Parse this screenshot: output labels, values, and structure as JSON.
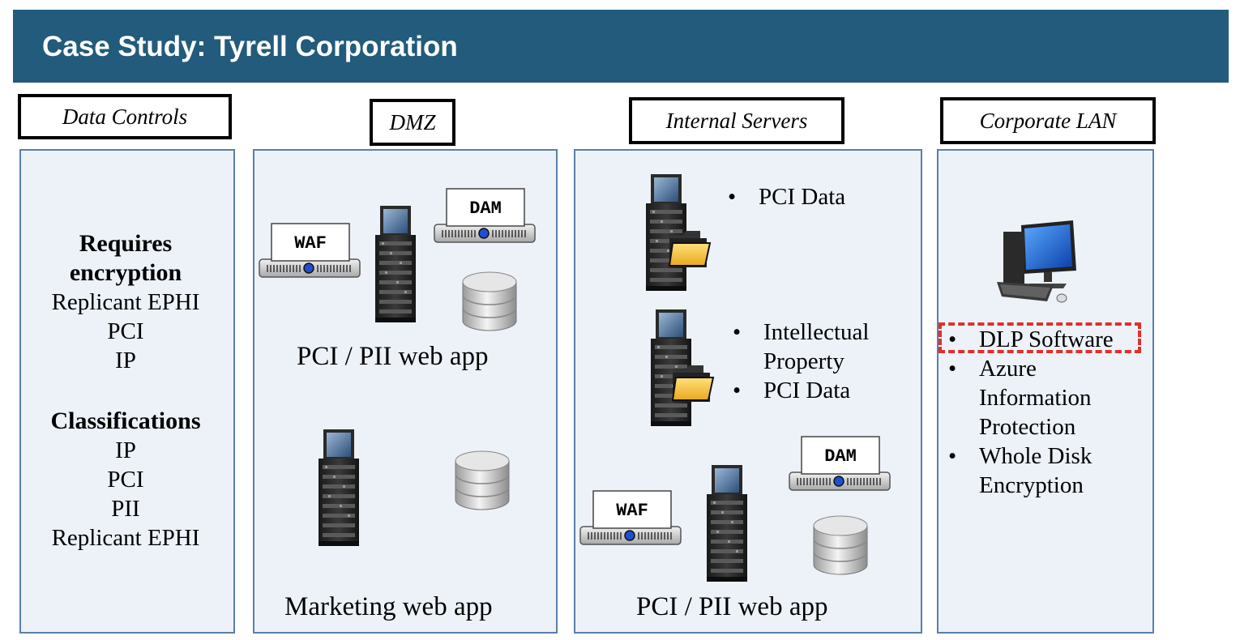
{
  "header": {
    "title": "Case Study: Tyrell Corporation"
  },
  "columns": {
    "data_controls": {
      "tag": "Data Controls",
      "requires_heading": "Requires encryption",
      "requires_items": [
        "Replicant EPHI",
        "PCI",
        "IP"
      ],
      "class_heading": "Classifications",
      "class_items": [
        "IP",
        "PCI",
        "PII",
        "Replicant EPHI"
      ]
    },
    "dmz": {
      "tag": "DMZ",
      "app1": "PCI / PII web app",
      "app2": "Marketing web app",
      "waf": "WAF",
      "dam": "DAM"
    },
    "internal": {
      "tag": "Internal Servers",
      "server1_items": [
        "PCI Data"
      ],
      "server2_items": [
        "Intellectual Property",
        "PCI Data"
      ],
      "app": "PCI / PII web app",
      "waf": "WAF",
      "dam": "DAM"
    },
    "corporate": {
      "tag": "Corporate LAN",
      "items": [
        "DLP Software",
        "Azure Information Protection",
        "Whole Disk Encryption"
      ]
    }
  },
  "colors": {
    "header": "#225b7b",
    "panel": "#edf2f9",
    "panel_border": "#5a7fa8",
    "highlight": "#e0302a"
  },
  "icons": [
    "server-tower-icon",
    "appliance-icon",
    "database-icon",
    "folder-icon",
    "desktop-computer-icon"
  ]
}
